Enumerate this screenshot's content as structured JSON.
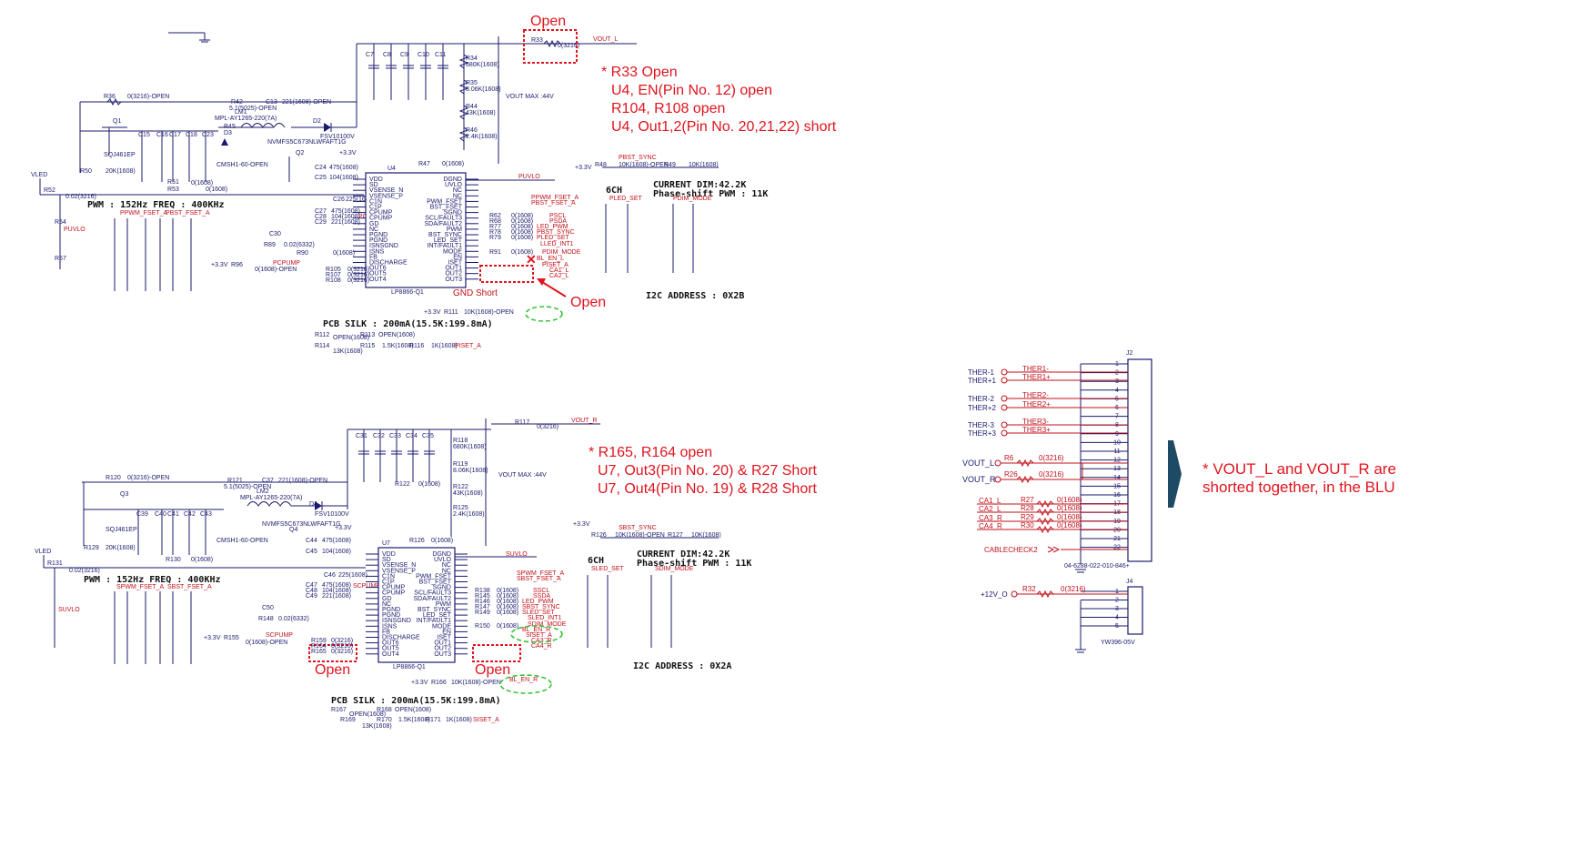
{
  "top": {
    "open_label": "Open",
    "open_label_right": "Open",
    "gnd_short_label": "GND Short",
    "pwm_freq": "PWM : 152Hz  FREQ : 400KHz",
    "pcb_silk": "PCB SILK : 200mA(15.5K:199.8mA)",
    "channels": "6CH",
    "current_dim": "CURRENT DIM:42.2K",
    "phase_shift": "Phase-shift PWM : 11K",
    "i2c_address": "I2C ADDRESS : 0X2B",
    "chip_ref": "U4",
    "chip_part": "LP8866-Q1",
    "vout_net": "VOUT_L",
    "r33_label": "R33",
    "r33_value": "0(3216)",
    "vled_net": "VLED",
    "pvuvlo_net": "PUVLO",
    "inductor_ref": "LM1",
    "inductor_part": "MPL-AY1265-220(7A)",
    "diode_ref": "D2",
    "diode_part": "FSV10100V",
    "fet_ref": "Q1",
    "fet_part": "SQJ461EP",
    "notes": [
      "* R33 Open",
      "U4, EN(Pin No. 12) open",
      "R104, R108 open",
      "U4, Out1,2(Pin No. 20,21,22) short"
    ]
  },
  "bottom": {
    "open_left": "Open",
    "open_right": "Open",
    "pwm_freq": "PWM : 152Hz  FREQ : 400KHz",
    "pcb_silk": "PCB SILK : 200mA(15.5K:199.8mA)",
    "channels": "6CH",
    "current_dim": "CURRENT DIM:42.2K",
    "phase_shift": "Phase-shift PWM : 11K",
    "i2c_address": "I2C ADDRESS : 0X2A",
    "chip_ref": "U7",
    "chip_part": "LP8866-Q1",
    "vout_net": "VOUT_R",
    "r117_label": "R117",
    "r117_value": "0(3216)",
    "vled_net": "VLED",
    "bl_en_net": "BL_EN_R",
    "inductor_ref": "LM2",
    "inductor_part": "MPL-AY1265-220(7A)",
    "fet_ref": "Q3",
    "fet_part": "SQJ461EP",
    "notes": [
      "* R165, R164 open",
      "U7, Out3(Pin No. 20) & R27 Short",
      "U7, Out4(Pin No. 19) & R28 Short"
    ]
  },
  "chip_pins_left": [
    "VDD",
    "SD",
    "VSENSE_N",
    "VSENSE_P",
    "C1N",
    "C1P",
    "CPUMP",
    "CPUMP",
    "GD",
    "NC",
    "PGND",
    "PGND",
    "ISNSGND",
    "ISNS",
    "FB",
    "DISCHARGE",
    "OUT6",
    "OUT5",
    "OUT4"
  ],
  "chip_pins_right": [
    "DGND",
    "UVLO",
    "NC",
    "NC",
    "PWM_FSET",
    "BST_FSET",
    "SGND",
    "SCL/FAULT3",
    "SDA/FAULT2",
    "PWM",
    "BST_SYNC",
    "LED_SET",
    "INT/FAULT1",
    "MODE",
    "EN",
    "ISET",
    "OUT1",
    "OUT2",
    "OUT3"
  ],
  "connector_j2": {
    "ref": "J2",
    "part": "04-6288-022-010-846+",
    "pins": [
      "1",
      "2",
      "3",
      "4",
      "5",
      "6",
      "7",
      "8",
      "9",
      "10",
      "11",
      "12",
      "13",
      "14",
      "15",
      "16",
      "17",
      "18",
      "19",
      "20",
      "21",
      "22"
    ],
    "ther_labels": [
      "THER-1",
      "THER+1",
      "THER-2",
      "THER+2",
      "THER-3",
      "THER+3"
    ],
    "ther_nets": [
      "THER1-",
      "THER1+",
      "THER2-",
      "THER2+",
      "THER3-",
      "THER3+"
    ],
    "vout_l": "VOUT_L",
    "vout_r": "VOUT_R",
    "r6": "R6",
    "r26": "R26",
    "r_value": "0(3216)",
    "ca_nets": [
      "CA1_L",
      "CA2_L",
      "CA3_R",
      "CA4_R"
    ],
    "ca_refs": [
      "R27",
      "R28",
      "R29",
      "R30"
    ],
    "ca_value": "0(1608)",
    "cablecheck": "CABLECHECK2"
  },
  "connector_j4": {
    "ref": "J4",
    "part": "YW396-05V",
    "pins": [
      "1",
      "2",
      "3",
      "4",
      "5"
    ],
    "net": "+12V_O",
    "r32": "R32",
    "r32_value": "0(3216)"
  },
  "right_note": [
    "* VOUT_L and VOUT_R are",
    "shorted together, in the BLU"
  ]
}
